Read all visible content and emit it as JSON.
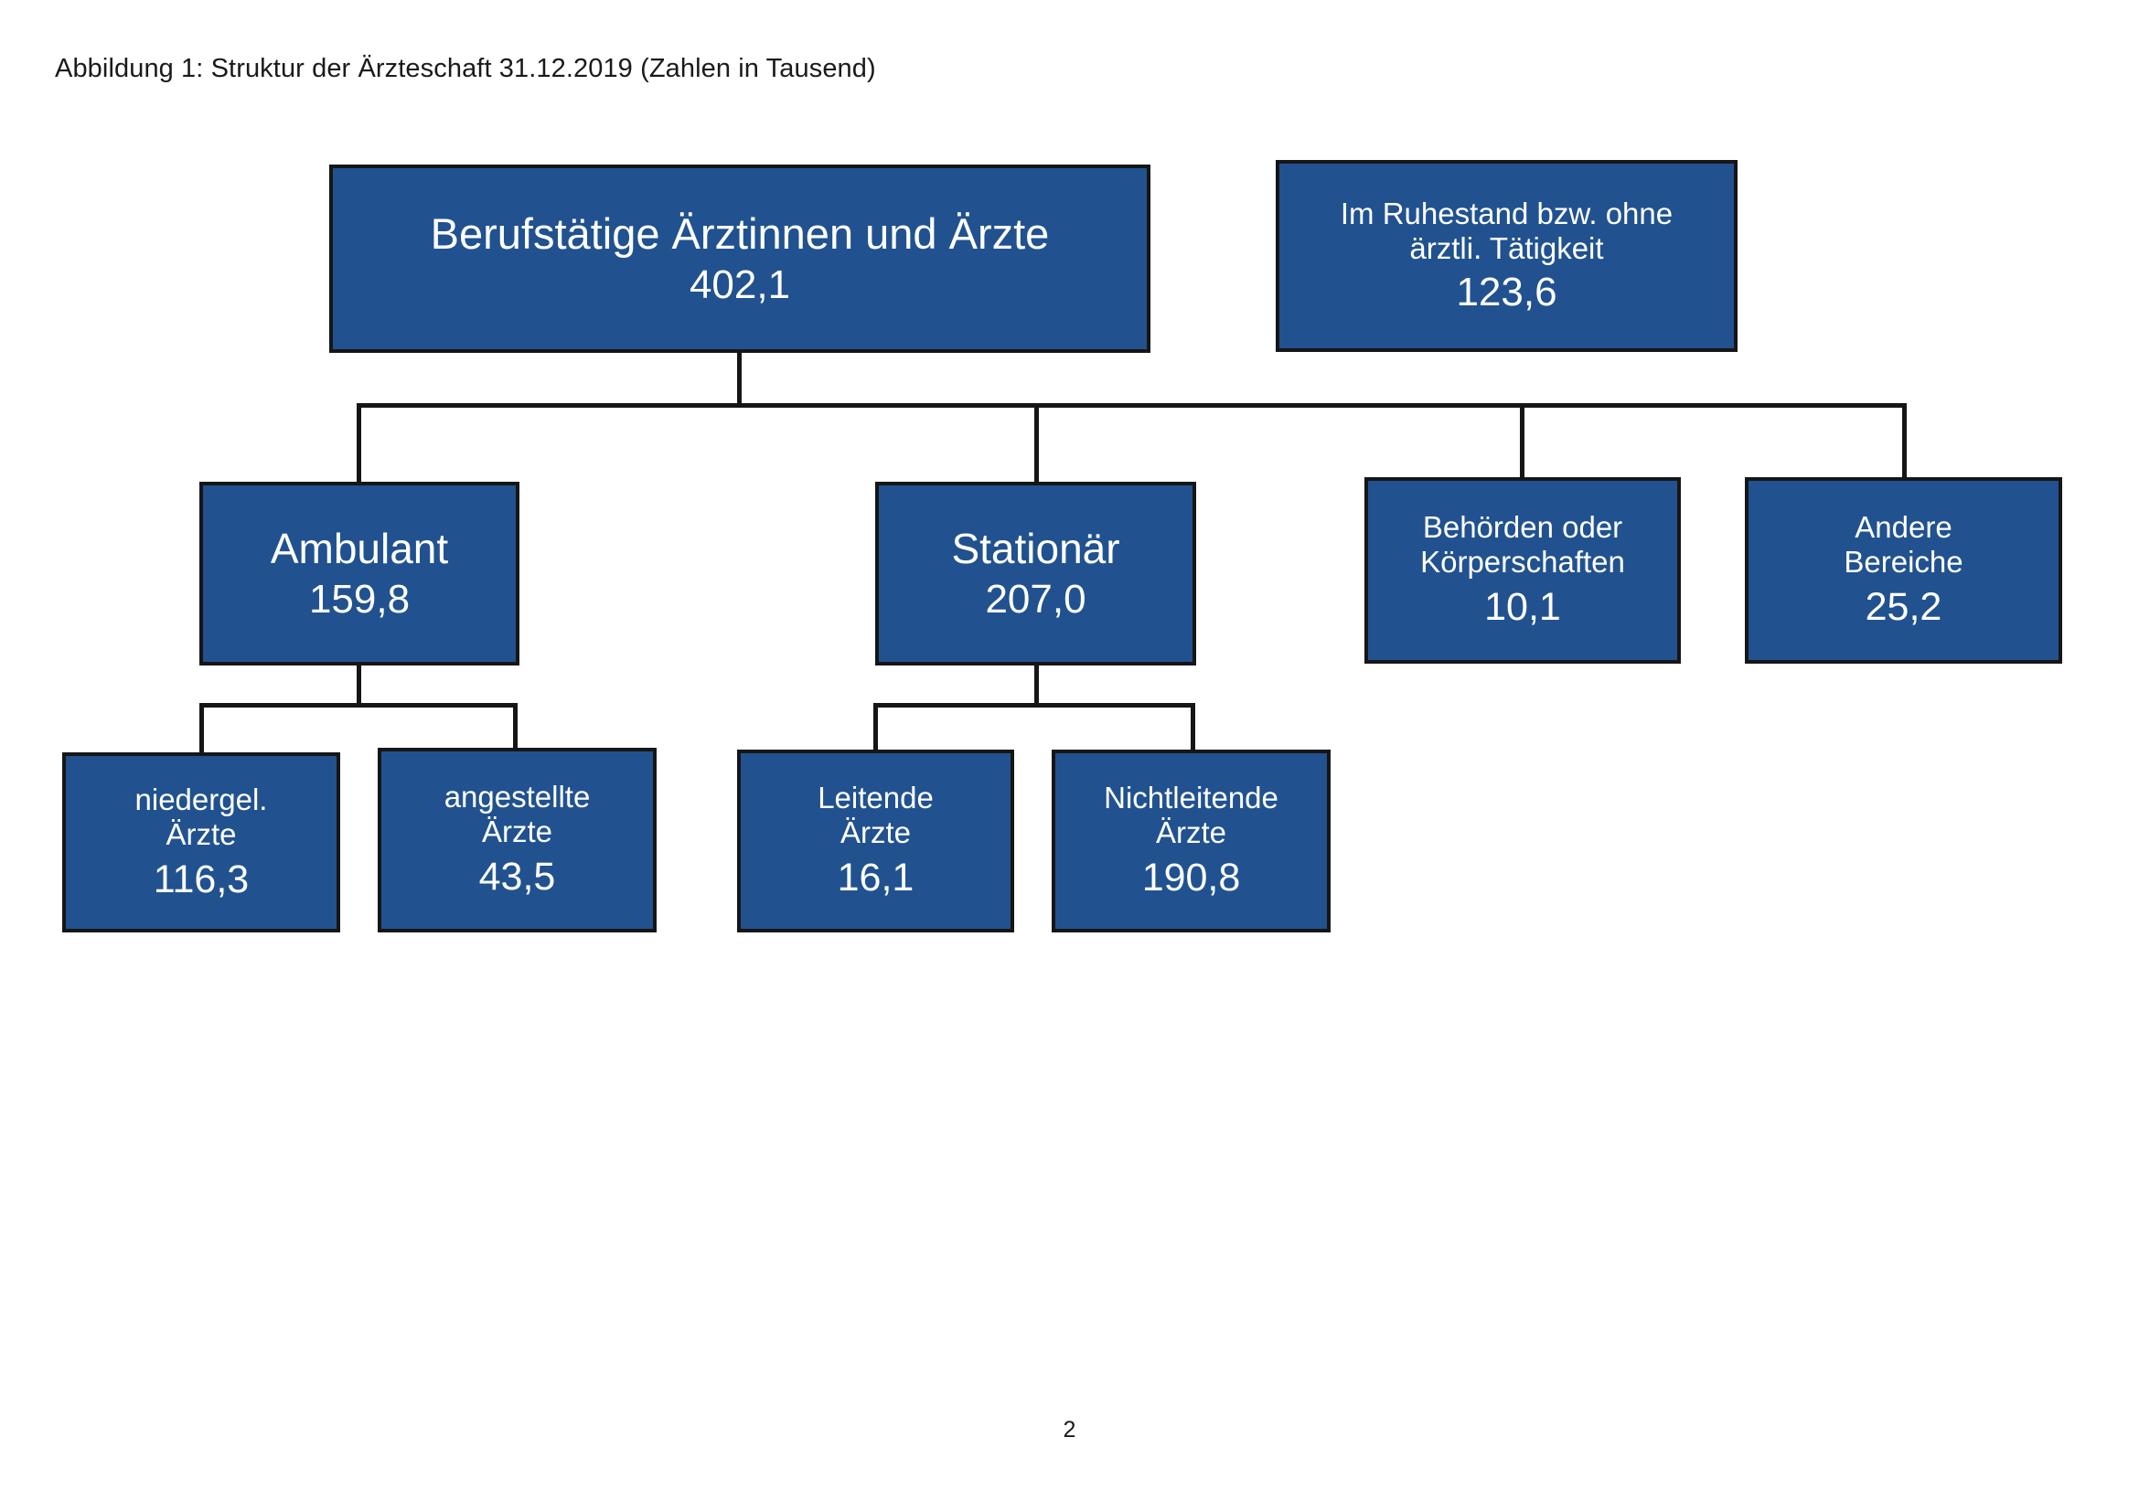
{
  "caption": "Abbildung 1: Struktur der Ärzteschaft 31.12.2019 (Zahlen in Tausend)",
  "page_number": "2",
  "colors": {
    "box_fill": "#21528F",
    "box_border": "#161616",
    "box_text": "#FFFFFF",
    "connector": "#161616",
    "background": "#FFFFFF"
  },
  "chart_data": {
    "type": "table",
    "title": "Abbildung 1: Struktur der Ärzteschaft 31.12.2019 (Zahlen in Tausend)",
    "unit": "Tausend",
    "date": "31.12.2019",
    "categories": [
      "Berufstätige Ärztinnen und Ärzte",
      "Im Ruhestand bzw. ohne ärztli. Tätigkeit",
      "Ambulant",
      "Stationär",
      "Behörden oder Körperschaften",
      "Andere Bereiche",
      "niedergel. Ärzte",
      "angestellte Ärzte",
      "Leitende Ärzte",
      "Nichtleitende Ärzte"
    ],
    "values": [
      402.1,
      123.6,
      159.8,
      207.0,
      10.1,
      25.2,
      116.3,
      43.5,
      16.1,
      190.8
    ]
  },
  "nodes": {
    "root": {
      "label": "Berufstätige Ärztinnen und Ärzte",
      "value": "402,1"
    },
    "retired": {
      "label": "Im Ruhestand bzw. ohne\närztli. Tätigkeit",
      "value": "123,6"
    },
    "ambulant": {
      "label": "Ambulant",
      "value": "159,8"
    },
    "stationaer": {
      "label": "Stationär",
      "value": "207,0"
    },
    "behoerden": {
      "label": "Behörden oder\nKörperschaften",
      "value": "10,1"
    },
    "andere": {
      "label": "Andere\nBereiche",
      "value": "25,2"
    },
    "niedergelassene": {
      "label": "niedergel.\nÄrzte",
      "value": "116,3"
    },
    "angestellte": {
      "label": "angestellte\nÄrzte",
      "value": "43,5"
    },
    "leitende": {
      "label": "Leitende\nÄrzte",
      "value": "16,1"
    },
    "nichtleitende": {
      "label": "Nichtleitende\nÄrzte",
      "value": "190,8"
    }
  }
}
